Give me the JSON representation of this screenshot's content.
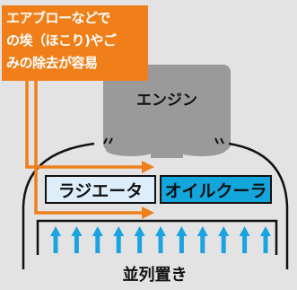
{
  "caption": {
    "lines": [
      "エアブローなどで",
      "の埃（ほこり)やご",
      "みの除去が容易"
    ]
  },
  "engine": {
    "label": "エンジン"
  },
  "radiator": {
    "label": "ラジエータ"
  },
  "oil_cooler": {
    "label": "オイルクーラ"
  },
  "bottom": {
    "label": "並列置き"
  },
  "colors": {
    "background": "#e3e3e3",
    "engine_gray": "#9a9a9a",
    "caption_orange": "#f07f1a",
    "arrow_orange": "#ef7f1a",
    "air_arrow_blue": "#1aa3e0",
    "oil_cooler_blue": "#12a6dd",
    "radiator_fill": "#ddeefa"
  },
  "airflow_arrow_count": 11
}
